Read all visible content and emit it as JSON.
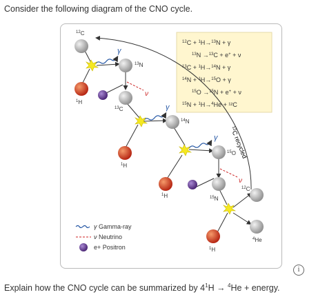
{
  "question": {
    "prompt": "Consider the following diagram of the CNO cycle.",
    "follow_up_prefix": "Explain how the CNO cycle can be summarized by 4",
    "follow_up_1": "1",
    "follow_up_h": "H → ",
    "follow_up_4": "4",
    "follow_up_suffix": "He + energy."
  },
  "diagram": {
    "reactions": [
      {
        "p1": "12",
        "s1": "C + ",
        "p2": "1",
        "s2": "H→",
        "p3": "13",
        "s3": "N + γ"
      },
      {
        "p1": "13",
        "s1": "N →",
        "p2": "13",
        "s2": "C + e",
        "p3": "+",
        "s3": " + ν"
      },
      {
        "p1": "13",
        "s1": "C + ",
        "p2": "1",
        "s2": "H→",
        "p3": "14",
        "s3": "N + γ"
      },
      {
        "p1": "14",
        "s1": "N + ",
        "p2": "1",
        "s2": "H→",
        "p3": "15",
        "s3": "O + γ"
      },
      {
        "p1": "15",
        "s1": "O →",
        "p2": "15",
        "s2": "N + e",
        "p3": "+",
        "s3": " + ν"
      },
      {
        "p1": "15",
        "s1": "N + ",
        "p2": "1",
        "s2": "H→",
        "p3": "4",
        "s3": "He + ¹²C"
      }
    ],
    "labels": {
      "c12_top": {
        "mass": "12",
        "el": "C"
      },
      "n13": {
        "mass": "13",
        "el": "N"
      },
      "h1_a": {
        "mass": "1",
        "el": "H"
      },
      "c13": {
        "mass": "13",
        "el": "C"
      },
      "n14": {
        "mass": "14",
        "el": "N"
      },
      "h1_b": {
        "mass": "1",
        "el": "H"
      },
      "o15": {
        "mass": "15",
        "el": "O"
      },
      "h1_c": {
        "mass": "1",
        "el": "H"
      },
      "n15": {
        "mass": "15",
        "el": "N"
      },
      "c12_right": {
        "mass": "12",
        "el": "C"
      },
      "he4": {
        "mass": "4",
        "el": "He"
      },
      "h1_d": {
        "mass": "1",
        "el": "H"
      }
    },
    "gamma": "γ",
    "nu": "ν",
    "recycled": {
      "mass": "12",
      "text": "C recycled"
    },
    "legend": [
      {
        "symbol": "γ",
        "text": "Gamma-ray"
      },
      {
        "symbol": "ν",
        "text": "Neutrino"
      },
      {
        "symbol": "e+",
        "text": "Positron"
      }
    ],
    "colors": {
      "proton": "#d9362a",
      "positron": "#6a3e9e",
      "nucleus": "#bdbdbd",
      "gamma": "#2456a4",
      "neutrino": "#cc2222",
      "flash": "#f5e820"
    }
  },
  "info_icon": "i"
}
